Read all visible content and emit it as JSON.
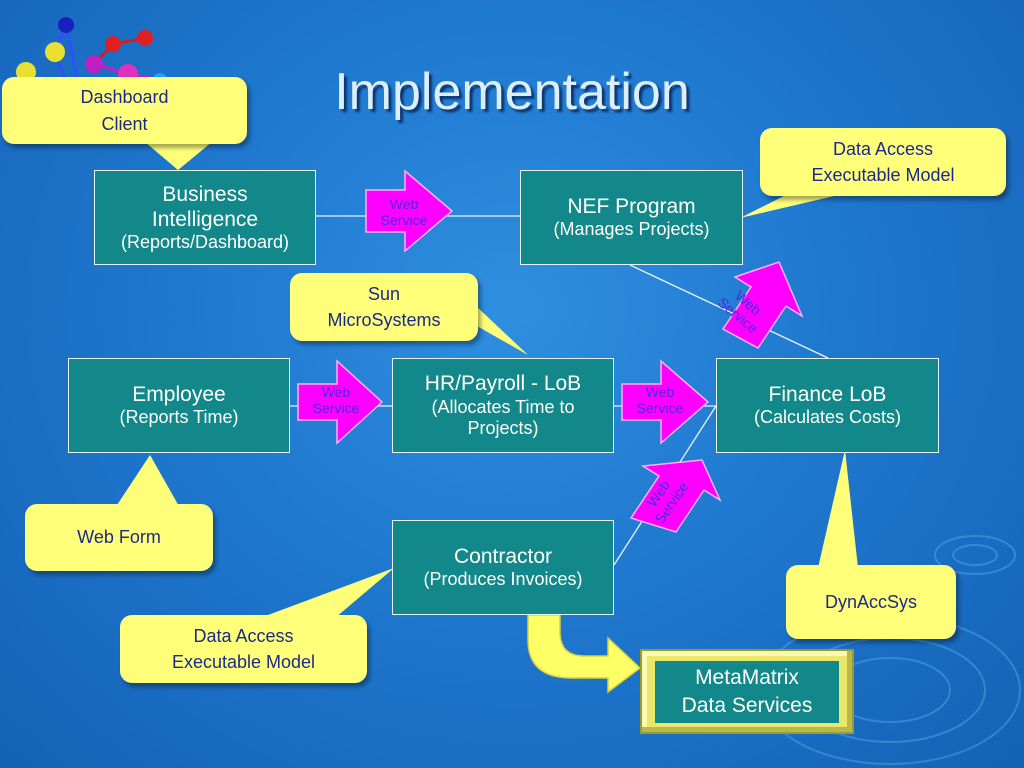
{
  "slide": {
    "title": "Implementation"
  },
  "boxes": {
    "bi": {
      "line1": "Business",
      "line2": "Intelligence",
      "sub": "(Reports/Dashboard)"
    },
    "nef": {
      "title": "NEF Program",
      "sub": "(Manages Projects)"
    },
    "employee": {
      "title": "Employee",
      "sub": "(Reports Time)"
    },
    "hr": {
      "title": "HR/Payroll - LoB",
      "sub1": "(Allocates Time to",
      "sub2": "Projects)"
    },
    "finance": {
      "title": "Finance LoB",
      "sub": "(Calculates Costs)"
    },
    "contractor": {
      "title": "Contractor",
      "sub": "(Produces Invoices)"
    },
    "metamatrix": {
      "line1": "MetaMatrix",
      "line2": "Data Services"
    }
  },
  "callouts": {
    "dashboard_client": {
      "line1": "Dashboard",
      "line2": "Client"
    },
    "data_access_top": {
      "line1": "Data Access",
      "line2": "Executable Model"
    },
    "sun": {
      "line1": "Sun",
      "line2": "MicroSystems"
    },
    "web_form": {
      "line1": "Web Form"
    },
    "data_access_bottom": {
      "line1": "Data Access",
      "line2": "Executable Model"
    },
    "dynaccsys": {
      "line1": "DynAccSys"
    }
  },
  "web_service_label": {
    "line1": "Web",
    "line2": "Service"
  },
  "colors": {
    "background": "#1f78cf",
    "box_fill": "#12888a",
    "callout_fill": "#ffff7a",
    "callout_text": "#1a2a8a",
    "arrow_fill": "#ff00ff",
    "web_service_text": "#4a2ae0"
  }
}
